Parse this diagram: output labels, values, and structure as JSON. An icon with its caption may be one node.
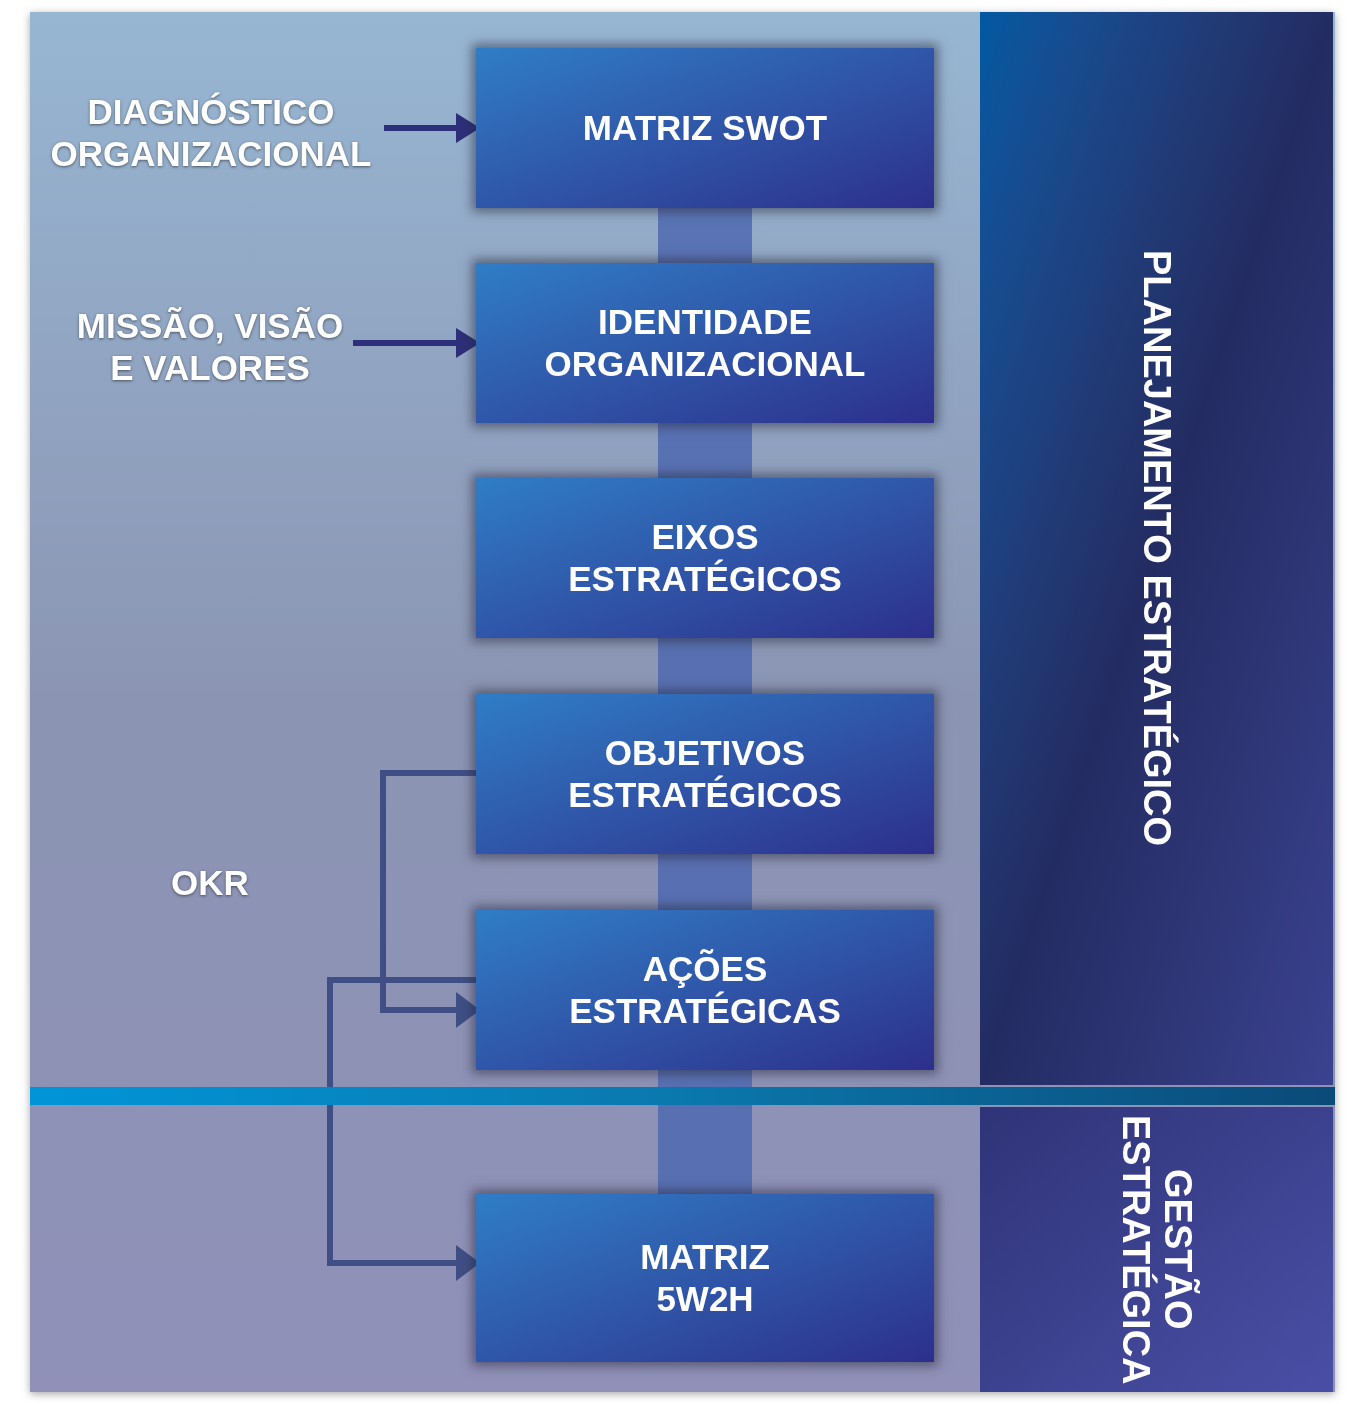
{
  "diagram": {
    "nodes": [
      {
        "text": [
          "DIAGNÓSTICO ORGANIZACIONAL"
        ]
      },
      {
        "text": [
          "MATRIZ SWOT"
        ]
      },
      {
        "text": [
          "MISSÃO, VISÃO E VALORES"
        ]
      },
      {
        "text": [
          "IDENTIDADE ORGANIZACIONAL"
        ]
      },
      {
        "text": [
          "EIXOS ESTRATÉGICOS"
        ]
      },
      {
        "text": [
          "OBJETIVOS ESTRATÉGICOS"
        ]
      },
      {
        "text": [
          "AÇÕES ESTRATÉGICAS"
        ]
      },
      {
        "text": [
          "MATRIZ 5W2H"
        ]
      },
      {
        "text": [
          "PLANEJAMENTO ESTRATÉGICO"
        ]
      },
      {
        "text": [
          "GESTÃO ESTRATÉGICA"
        ]
      },
      {
        "text": [],
        "shape": "bar"
      }
    ],
    "edges": [
      {
        "from": 0,
        "to": 1,
        "arrow": "to"
      },
      {
        "from": 2,
        "to": 3,
        "arrow": "to"
      },
      {
        "from": 1,
        "to": 3,
        "arrow": "none"
      },
      {
        "from": 3,
        "to": 4,
        "arrow": "none"
      },
      {
        "from": 4,
        "to": 5,
        "arrow": "none"
      },
      {
        "from": 5,
        "to": 6,
        "arrow": "none"
      },
      {
        "from": 6,
        "to": 7,
        "arrow": "none"
      },
      {
        "from": 5,
        "to": 6,
        "arrow": "to",
        "color": "#3f4f86"
      },
      {
        "from": 6,
        "to": 7,
        "arrow": "to",
        "color": "#3f4f86"
      }
    ],
    "labels": [
      "OKR"
    ]
  }
}
